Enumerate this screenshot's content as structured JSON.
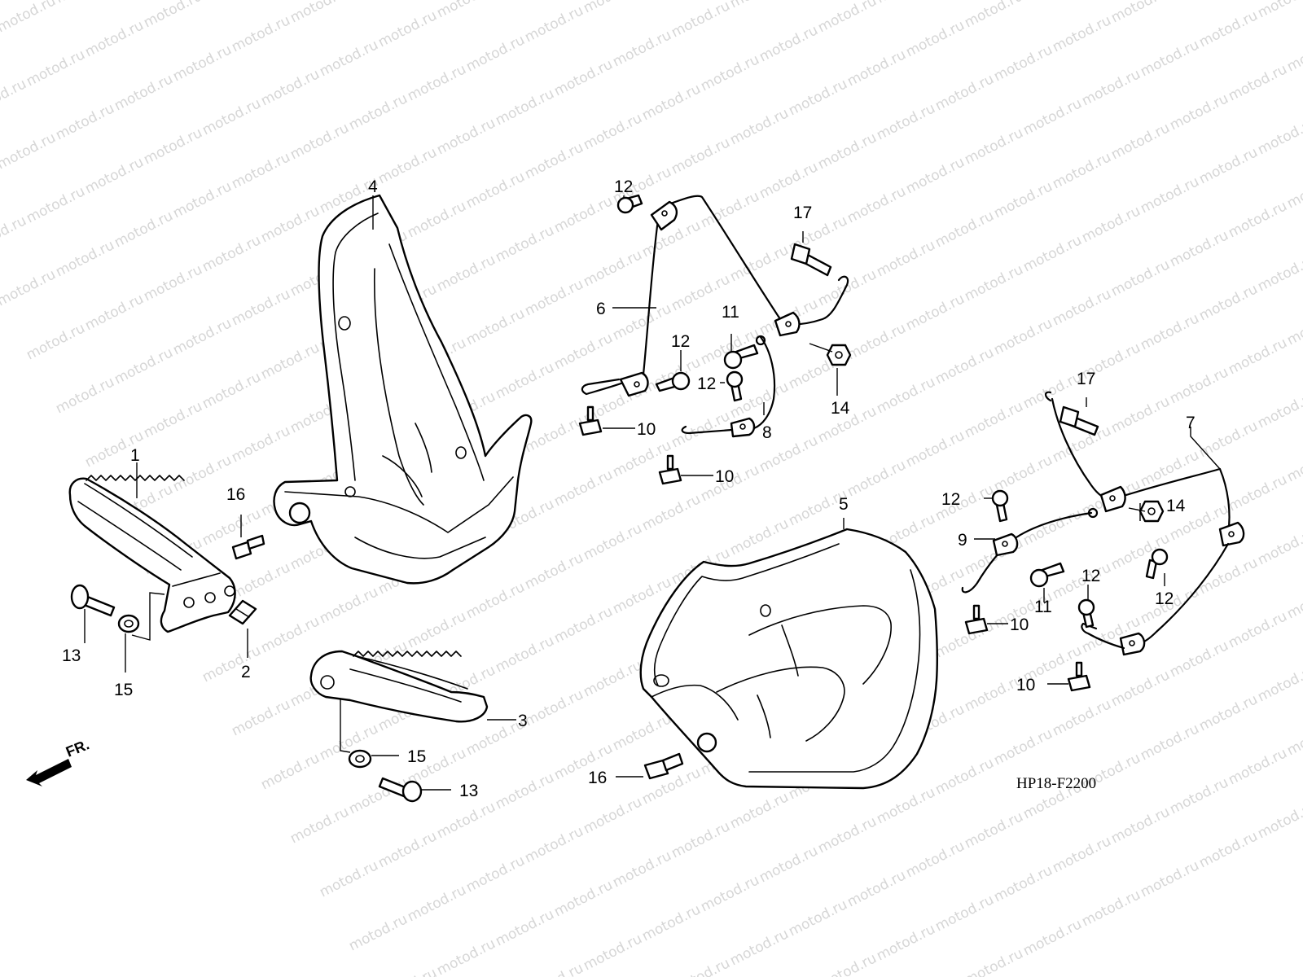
{
  "watermark": "motod.ru",
  "diagram_code": "HP18-F2200",
  "direction_label": "FR.",
  "callouts": [
    {
      "id": "c1",
      "text": "1"
    },
    {
      "id": "c2",
      "text": "2"
    },
    {
      "id": "c3",
      "text": "3"
    },
    {
      "id": "c4",
      "text": "4"
    },
    {
      "id": "c5",
      "text": "5"
    },
    {
      "id": "c6",
      "text": "6"
    },
    {
      "id": "c7",
      "text": "7"
    },
    {
      "id": "c8",
      "text": "8"
    },
    {
      "id": "c9",
      "text": "9"
    },
    {
      "id": "c10a",
      "text": "10"
    },
    {
      "id": "c10b",
      "text": "10"
    },
    {
      "id": "c10c",
      "text": "10"
    },
    {
      "id": "c10d",
      "text": "10"
    },
    {
      "id": "c11a",
      "text": "11"
    },
    {
      "id": "c11b",
      "text": "11"
    },
    {
      "id": "c12a",
      "text": "12"
    },
    {
      "id": "c12b",
      "text": "12"
    },
    {
      "id": "c12c",
      "text": "12"
    },
    {
      "id": "c12d",
      "text": "12"
    },
    {
      "id": "c12e",
      "text": "12"
    },
    {
      "id": "c12f",
      "text": "12"
    },
    {
      "id": "c13a",
      "text": "13"
    },
    {
      "id": "c13b",
      "text": "13"
    },
    {
      "id": "c14a",
      "text": "14"
    },
    {
      "id": "c14b",
      "text": "14"
    },
    {
      "id": "c15a",
      "text": "15"
    },
    {
      "id": "c15b",
      "text": "15"
    },
    {
      "id": "c16a",
      "text": "16"
    },
    {
      "id": "c16b",
      "text": "16"
    },
    {
      "id": "c17a",
      "text": "17"
    },
    {
      "id": "c17b",
      "text": "17"
    }
  ]
}
